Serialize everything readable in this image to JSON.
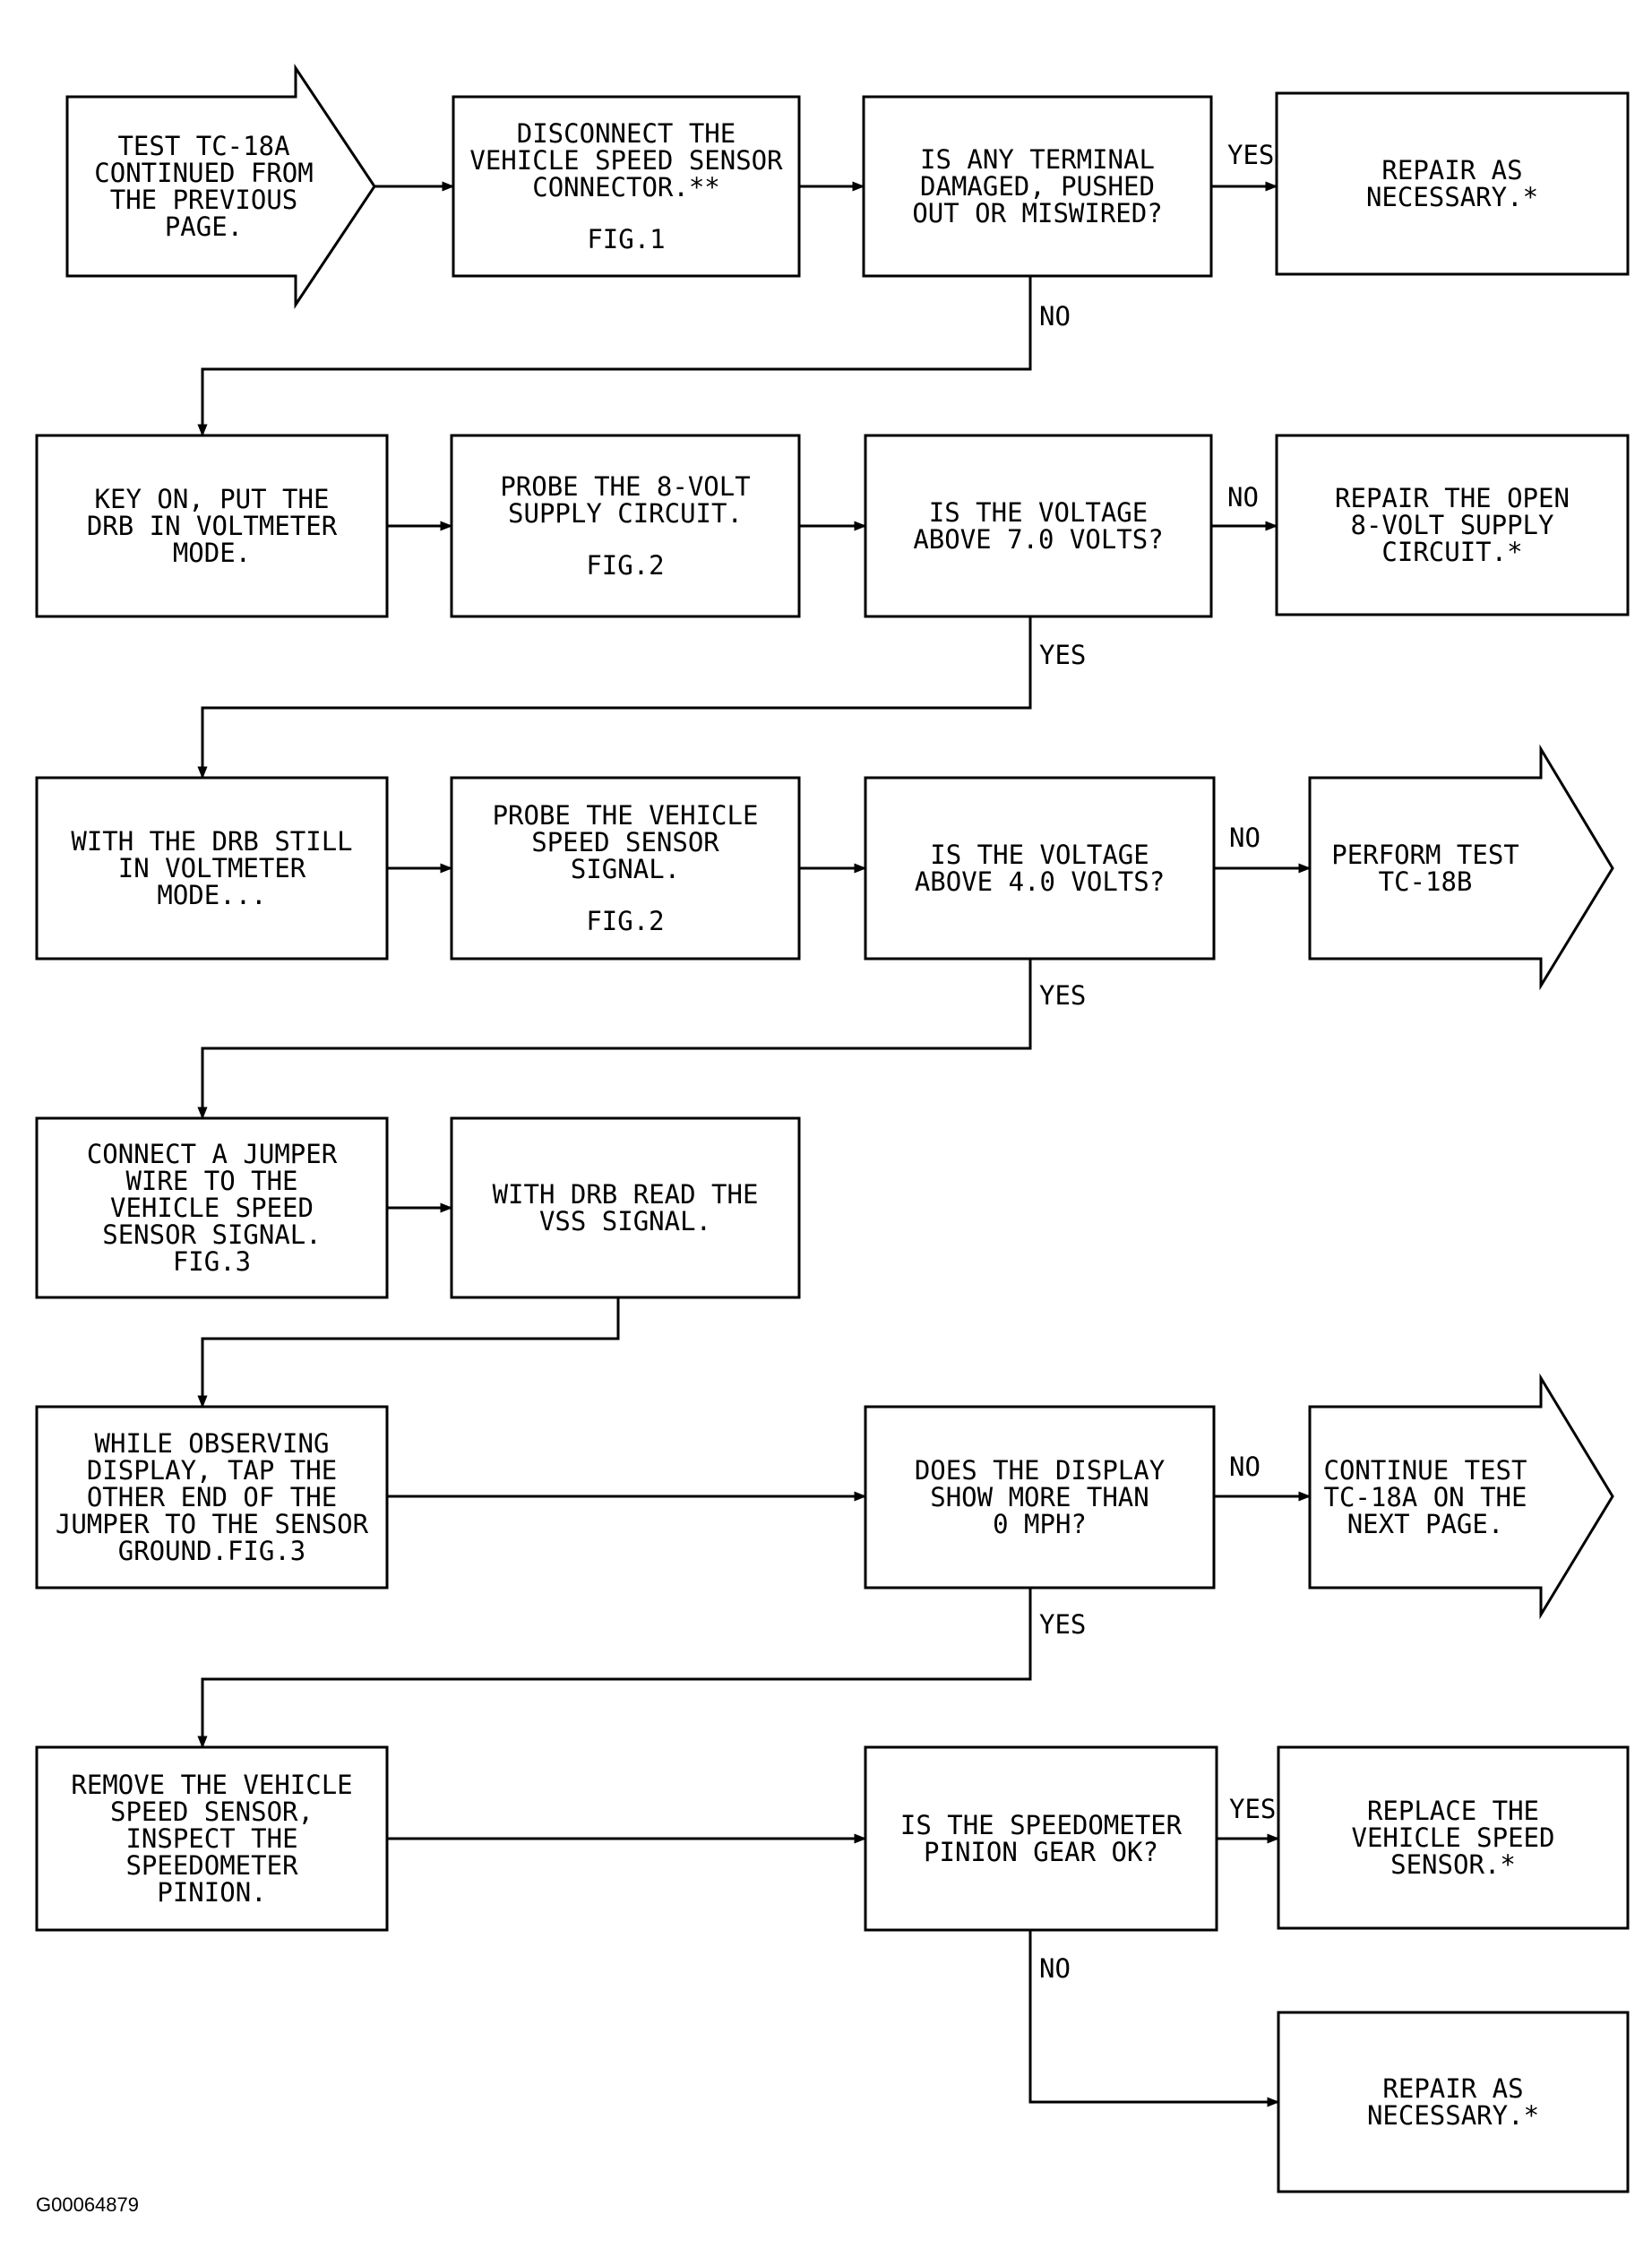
{
  "diagram": {
    "nodes": [
      {
        "id": "start",
        "shape": "arrow",
        "lines": [
          "TEST TC-18A",
          "CONTINUED FROM",
          "THE PREVIOUS",
          "PAGE."
        ]
      },
      {
        "id": "disconnect",
        "shape": "box",
        "lines": [
          "DISCONNECT THE",
          "VEHICLE SPEED SENSOR",
          "CONNECTOR.**"
        ],
        "fig": "FIG.1"
      },
      {
        "id": "q-terminal",
        "shape": "box",
        "lines": [
          "IS ANY TERMINAL",
          "DAMAGED, PUSHED",
          "OUT OR MISWIRED?"
        ]
      },
      {
        "id": "repair-1",
        "shape": "box",
        "lines": [
          "REPAIR AS",
          "NECESSARY.*"
        ]
      },
      {
        "id": "key-on",
        "shape": "box",
        "lines": [
          "KEY ON, PUT THE",
          "DRB IN VOLTMETER",
          "MODE."
        ]
      },
      {
        "id": "probe-8v",
        "shape": "box",
        "lines": [
          "PROBE THE 8-VOLT",
          "SUPPLY CIRCUIT."
        ],
        "fig": "FIG.2"
      },
      {
        "id": "q-7v",
        "shape": "box",
        "lines": [
          "IS THE VOLTAGE",
          "ABOVE 7.0 VOLTS?"
        ]
      },
      {
        "id": "repair-open",
        "shape": "box",
        "lines": [
          "REPAIR THE OPEN",
          "8-VOLT SUPPLY",
          "CIRCUIT.*"
        ]
      },
      {
        "id": "drb-still",
        "shape": "box",
        "lines": [
          "WITH THE DRB STILL",
          "IN VOLTMETER",
          "MODE..."
        ]
      },
      {
        "id": "probe-vss",
        "shape": "box",
        "lines": [
          "PROBE THE VEHICLE",
          "SPEED SENSOR",
          "SIGNAL."
        ],
        "fig": "FIG.2"
      },
      {
        "id": "q-4v",
        "shape": "box",
        "lines": [
          "IS THE VOLTAGE",
          "ABOVE 4.0 VOLTS?"
        ]
      },
      {
        "id": "perform-18b",
        "shape": "arrow",
        "lines": [
          "PERFORM TEST",
          "TC-18B"
        ]
      },
      {
        "id": "connect-jumper",
        "shape": "box",
        "lines": [
          "CONNECT A JUMPER",
          "WIRE TO THE",
          "VEHICLE SPEED",
          "SENSOR SIGNAL.",
          "FIG.3"
        ]
      },
      {
        "id": "read-vss",
        "shape": "box",
        "lines": [
          "WITH DRB READ THE",
          "VSS SIGNAL."
        ]
      },
      {
        "id": "tap-jumper",
        "shape": "box",
        "lines": [
          "WHILE OBSERVING",
          "DISPLAY, TAP THE",
          "OTHER END OF THE",
          "JUMPER TO THE SENSOR",
          "GROUND.FIG.3"
        ]
      },
      {
        "id": "q-mph",
        "shape": "box",
        "lines": [
          "DOES THE DISPLAY",
          "SHOW MORE THAN",
          "0 MPH?"
        ]
      },
      {
        "id": "continue-18a",
        "shape": "arrow",
        "lines": [
          "CONTINUE TEST",
          "TC-18A ON THE",
          "NEXT PAGE."
        ]
      },
      {
        "id": "remove-vss",
        "shape": "box",
        "lines": [
          "REMOVE THE VEHICLE",
          "SPEED SENSOR,",
          "INSPECT THE",
          "SPEEDOMETER",
          "PINION."
        ]
      },
      {
        "id": "q-pinion",
        "shape": "box",
        "lines": [
          "IS THE SPEEDOMETER",
          "PINION GEAR OK?"
        ]
      },
      {
        "id": "replace-vss",
        "shape": "box",
        "lines": [
          "REPLACE THE",
          "VEHICLE SPEED",
          "SENSOR.*"
        ]
      },
      {
        "id": "repair-2",
        "shape": "box",
        "lines": [
          "REPAIR AS",
          "NECESSARY.*"
        ]
      }
    ],
    "edges": [
      {
        "from": "start",
        "to": "disconnect",
        "label": ""
      },
      {
        "from": "disconnect",
        "to": "q-terminal",
        "label": ""
      },
      {
        "from": "q-terminal",
        "to": "repair-1",
        "label": "YES"
      },
      {
        "from": "q-terminal",
        "to": "key-on",
        "label": "NO"
      },
      {
        "from": "key-on",
        "to": "probe-8v",
        "label": ""
      },
      {
        "from": "probe-8v",
        "to": "q-7v",
        "label": ""
      },
      {
        "from": "q-7v",
        "to": "repair-open",
        "label": "NO"
      },
      {
        "from": "q-7v",
        "to": "drb-still",
        "label": "YES"
      },
      {
        "from": "drb-still",
        "to": "probe-vss",
        "label": ""
      },
      {
        "from": "probe-vss",
        "to": "q-4v",
        "label": ""
      },
      {
        "from": "q-4v",
        "to": "perform-18b",
        "label": "NO"
      },
      {
        "from": "q-4v",
        "to": "connect-jumper",
        "label": "YES"
      },
      {
        "from": "connect-jumper",
        "to": "read-vss",
        "label": ""
      },
      {
        "from": "read-vss",
        "to": "tap-jumper",
        "label": ""
      },
      {
        "from": "tap-jumper",
        "to": "q-mph",
        "label": ""
      },
      {
        "from": "q-mph",
        "to": "continue-18a",
        "label": "NO"
      },
      {
        "from": "q-mph",
        "to": "remove-vss",
        "label": "YES"
      },
      {
        "from": "remove-vss",
        "to": "q-pinion",
        "label": ""
      },
      {
        "from": "q-pinion",
        "to": "replace-vss",
        "label": "YES"
      },
      {
        "from": "q-pinion",
        "to": "repair-2",
        "label": "NO"
      }
    ]
  },
  "document_id": "G00064879"
}
